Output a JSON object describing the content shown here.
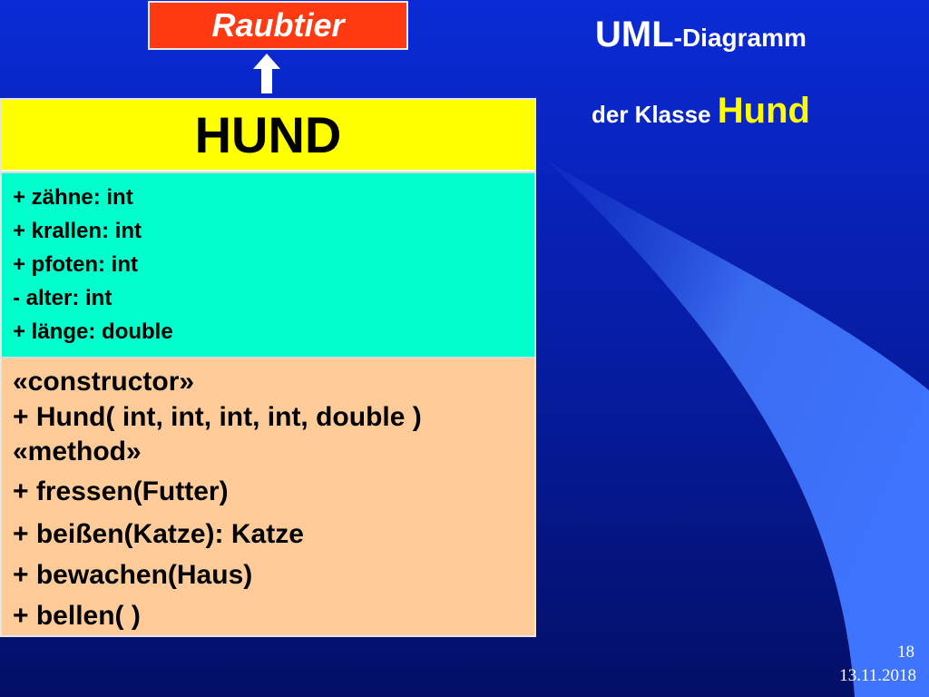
{
  "parent_class": {
    "name": "Raubtier"
  },
  "title": {
    "uml_big": "UML",
    "uml_small": "-Diagramm",
    "line2_small": "der Klasse ",
    "line2_highlight": "Hund"
  },
  "uml_class": {
    "name": "HUND",
    "attributes": [
      "+ zähne: int",
      "+ krallen: int",
      "+ pfoten: int",
      "-  alter: int",
      "+ länge: double"
    ],
    "operations": [
      "«constructor»",
      "+ Hund( int, int, int, int, double )",
      "«method»",
      "+ fressen(Futter)",
      "+ beißen(Katze): Katze",
      "+ bewachen(Haus)",
      "+ bellen( )"
    ]
  },
  "footer": {
    "slide_number": "18",
    "date": "13.11.2018"
  },
  "colors": {
    "background": "#0822b8",
    "parent_box": "#ff3a12",
    "name_compartment": "#ffff00",
    "attribute_compartment": "#00ffcc",
    "operation_compartment": "#ffcc99",
    "highlight_text": "#ffff00"
  }
}
